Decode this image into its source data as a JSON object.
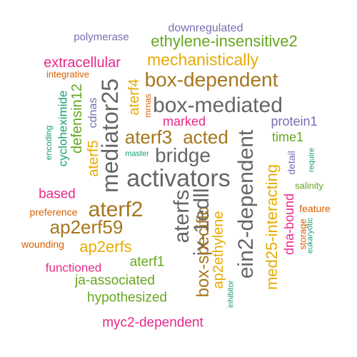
{
  "colors": {
    "purple": "#7570b3",
    "green": "#66a61e",
    "magenta": "#e7298a",
    "teal": "#1b9e77",
    "orange": "#d95f02",
    "gold": "#e6ab02",
    "brown": "#a6761d",
    "gray": "#666666"
  },
  "words": [
    {
      "text": "downregulated"
    },
    {
      "text": "polymerase"
    },
    {
      "text": "ethylene-insensitive2"
    },
    {
      "text": "extracellular"
    },
    {
      "text": "mechanistically"
    },
    {
      "text": "integrative"
    },
    {
      "text": "box-dependent"
    },
    {
      "text": "cycloheximide"
    },
    {
      "text": "defensin12"
    },
    {
      "text": "cdnas"
    },
    {
      "text": "mediator25"
    },
    {
      "text": "aterf4"
    },
    {
      "text": "mrnas"
    },
    {
      "text": "box-mediated"
    },
    {
      "text": "encoding"
    },
    {
      "text": "aterf5"
    },
    {
      "text": "marked"
    },
    {
      "text": "aterf3"
    },
    {
      "text": "acted"
    },
    {
      "text": "protein1"
    },
    {
      "text": "time1"
    },
    {
      "text": "master"
    },
    {
      "text": "bridge"
    },
    {
      "text": "detail"
    },
    {
      "text": "require"
    },
    {
      "text": "activators"
    },
    {
      "text": "ein2-dependent"
    },
    {
      "text": "salinity"
    },
    {
      "text": "based"
    },
    {
      "text": "aterfs"
    },
    {
      "text": "ix-1edll"
    },
    {
      "text": "med25-interacting"
    },
    {
      "text": "aterf2"
    },
    {
      "text": "box-specific"
    },
    {
      "text": "ap2ethylene"
    },
    {
      "text": "dna-bound"
    },
    {
      "text": "feature"
    },
    {
      "text": "preference"
    },
    {
      "text": "ap2erf59"
    },
    {
      "text": "storage"
    },
    {
      "text": "eukaryotic"
    },
    {
      "text": "wounding"
    },
    {
      "text": "ap2erfs"
    },
    {
      "text": "aterf1"
    },
    {
      "text": "functioned"
    },
    {
      "text": "ja-associated"
    },
    {
      "text": "inhibitor"
    },
    {
      "text": "hypothesized"
    },
    {
      "text": "myc2-dependent"
    }
  ]
}
